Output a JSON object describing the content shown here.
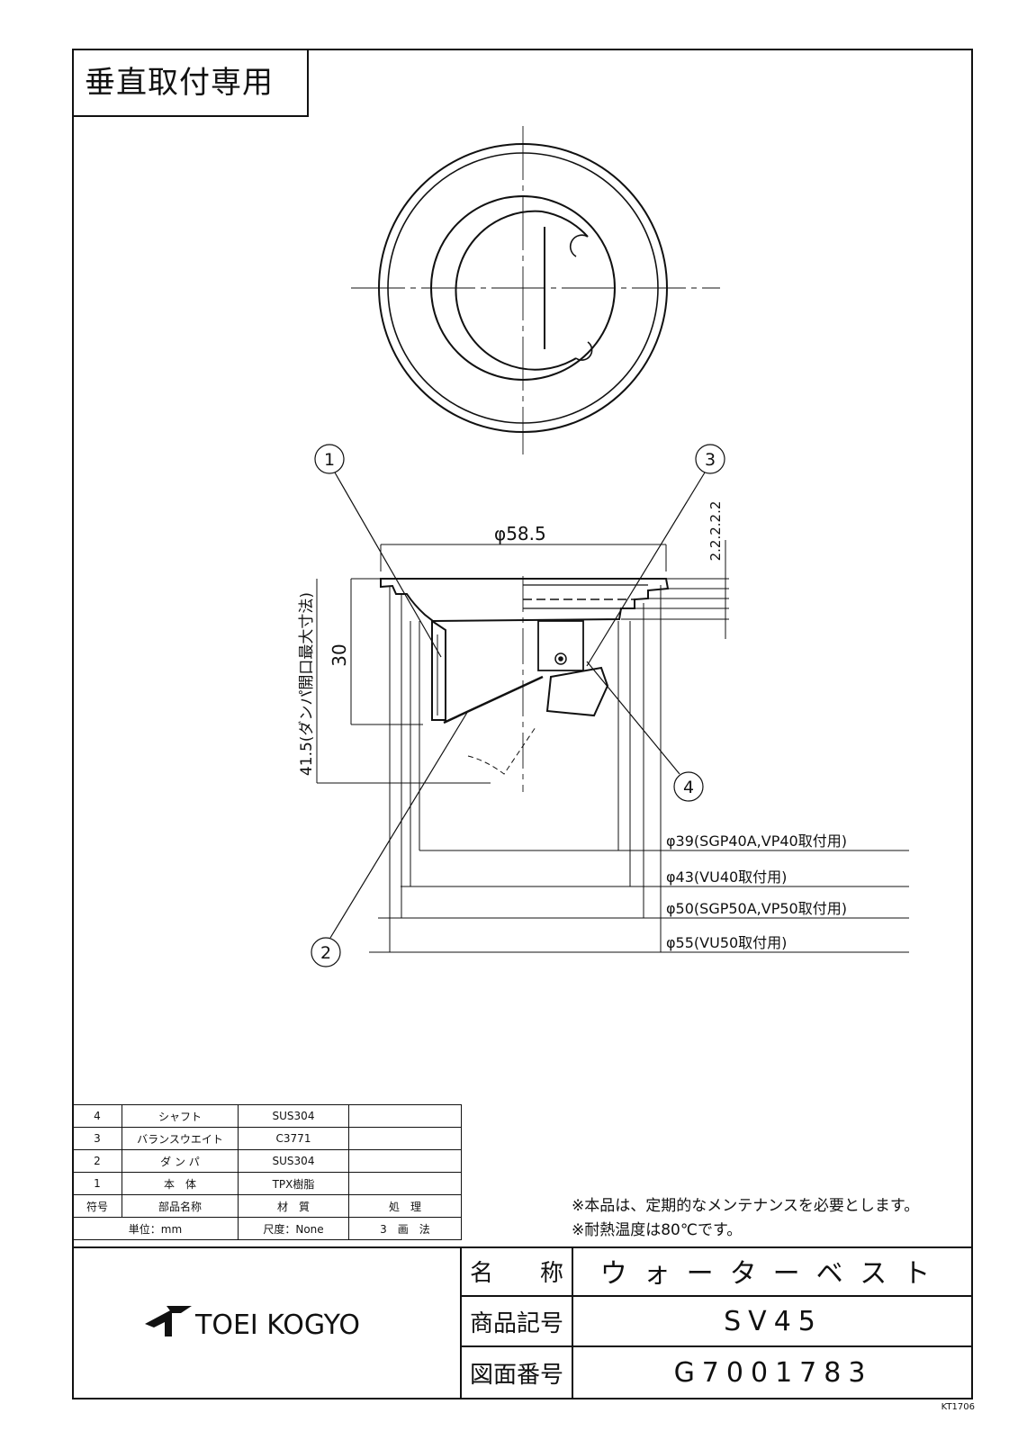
{
  "header": {
    "title": "垂直取付専用"
  },
  "drawing": {
    "balloons": [
      "1",
      "2",
      "3",
      "4"
    ],
    "dimensions": {
      "outer_dia": "φ58.5",
      "height_30": "30",
      "max_open": "41.5(ダンパ開口最大寸法)",
      "steps": "2.2.2.2.2",
      "d39": "φ39(SGP40A,VP40取付用)",
      "d43": "φ43(VU40取付用)",
      "d50": "φ50(SGP50A,VP50取付用)",
      "d55": "φ55(VU50取付用)"
    }
  },
  "parts_table": {
    "rows": [
      {
        "no": "4",
        "name": "シャフト",
        "material": "SUS304",
        "treatment": ""
      },
      {
        "no": "3",
        "name": "バランスウエイト",
        "material": "C3771",
        "treatment": ""
      },
      {
        "no": "2",
        "name": "ダ ン パ",
        "material": "SUS304",
        "treatment": ""
      },
      {
        "no": "1",
        "name": "本　体",
        "material": "TPX樹脂",
        "treatment": ""
      }
    ],
    "header": {
      "no": "符号",
      "name": "部品名称",
      "material": "材　質",
      "treatment": "処　理"
    },
    "footer": {
      "unit": "単位：mm",
      "scale": "尺度：None",
      "method": "3　画　法"
    }
  },
  "notes": [
    "※本品は、定期的なメンテナンスを必要とします。",
    "※耐熱温度は80℃です。"
  ],
  "title_block": {
    "company": "TOEI KOGYO",
    "name_label": "名　　称",
    "name_value": "ウォーターベスト",
    "product_label": "商品記号",
    "product_value": "SV45",
    "drawing_label": "図面番号",
    "drawing_value": "G7001783"
  },
  "corner_code": "KT1706"
}
